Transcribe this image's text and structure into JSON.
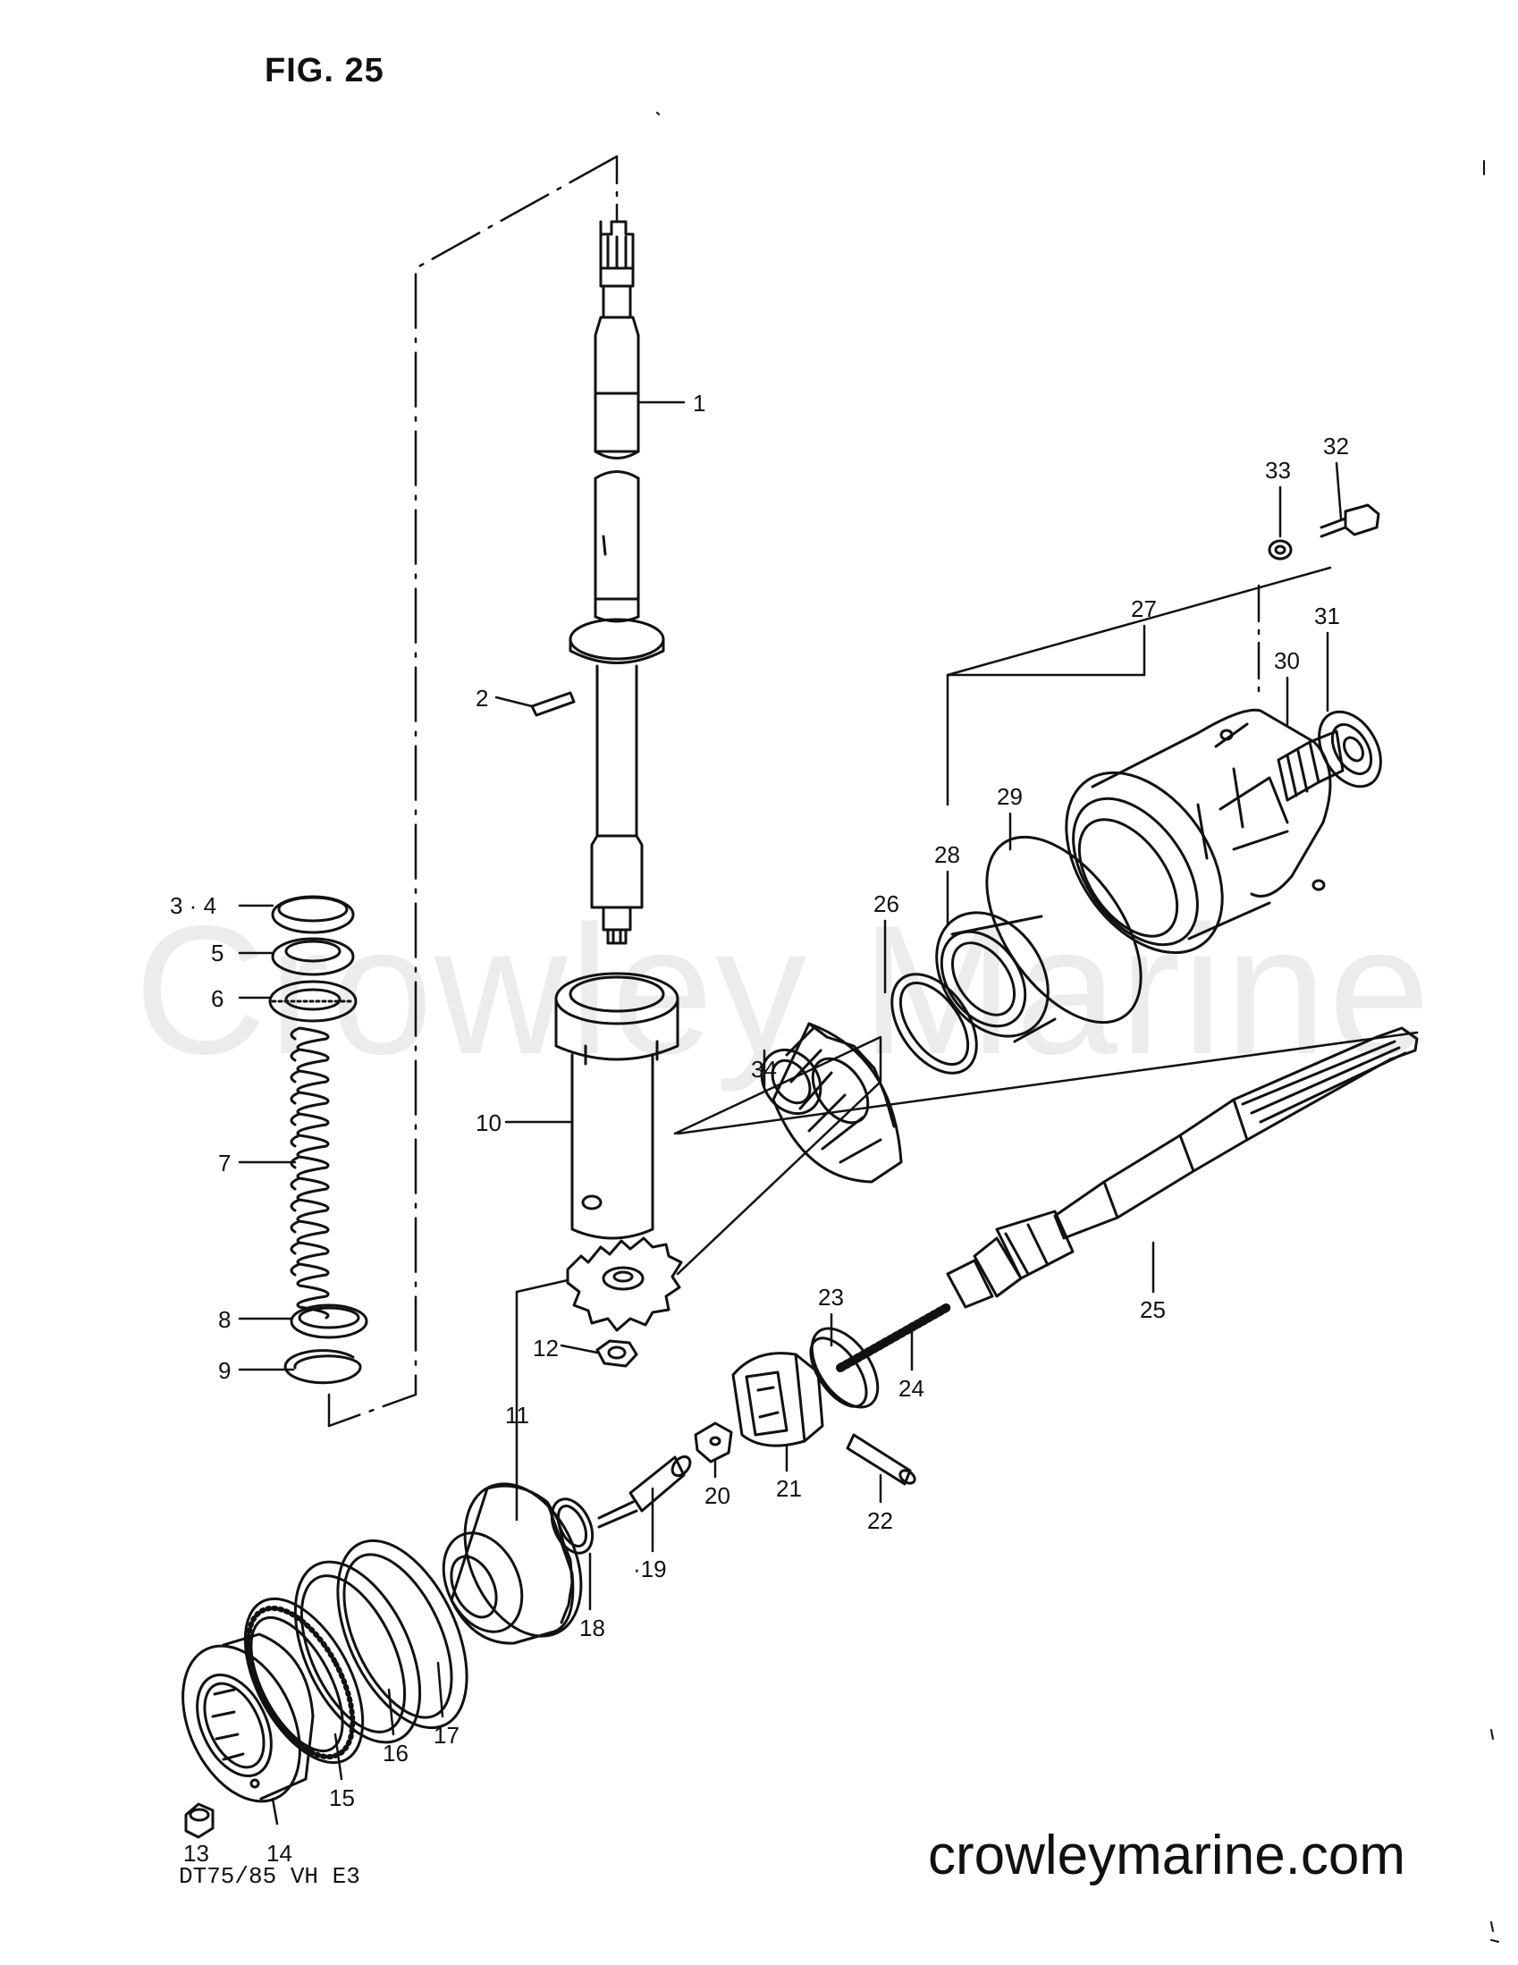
{
  "figure_title": "FIG. 25",
  "model_code": "DT75/85  VH  E3",
  "watermark": "Crowley Marine",
  "website": "crowleymarine.com",
  "callouts": {
    "c1": "1",
    "c2": "2",
    "c3_4": "3 · 4",
    "c5": "5",
    "c6": "6",
    "c7": "7",
    "c8": "8",
    "c9": "9",
    "c10": "10",
    "c11": "11",
    "c12": "12",
    "c13": "13",
    "c14": "14",
    "c15": "15",
    "c16": "16",
    "c17": "17",
    "c18": "18",
    "c19": "·19",
    "c20": "20",
    "c21": "21",
    "c22": "22",
    "c23": "23",
    "c24": "24",
    "c25": "25",
    "c26": "26",
    "c27": "27",
    "c28": "28",
    "c29": "29",
    "c30": "30",
    "c31": "31",
    "c32": "32",
    "c33": "33",
    "c34": "34"
  }
}
